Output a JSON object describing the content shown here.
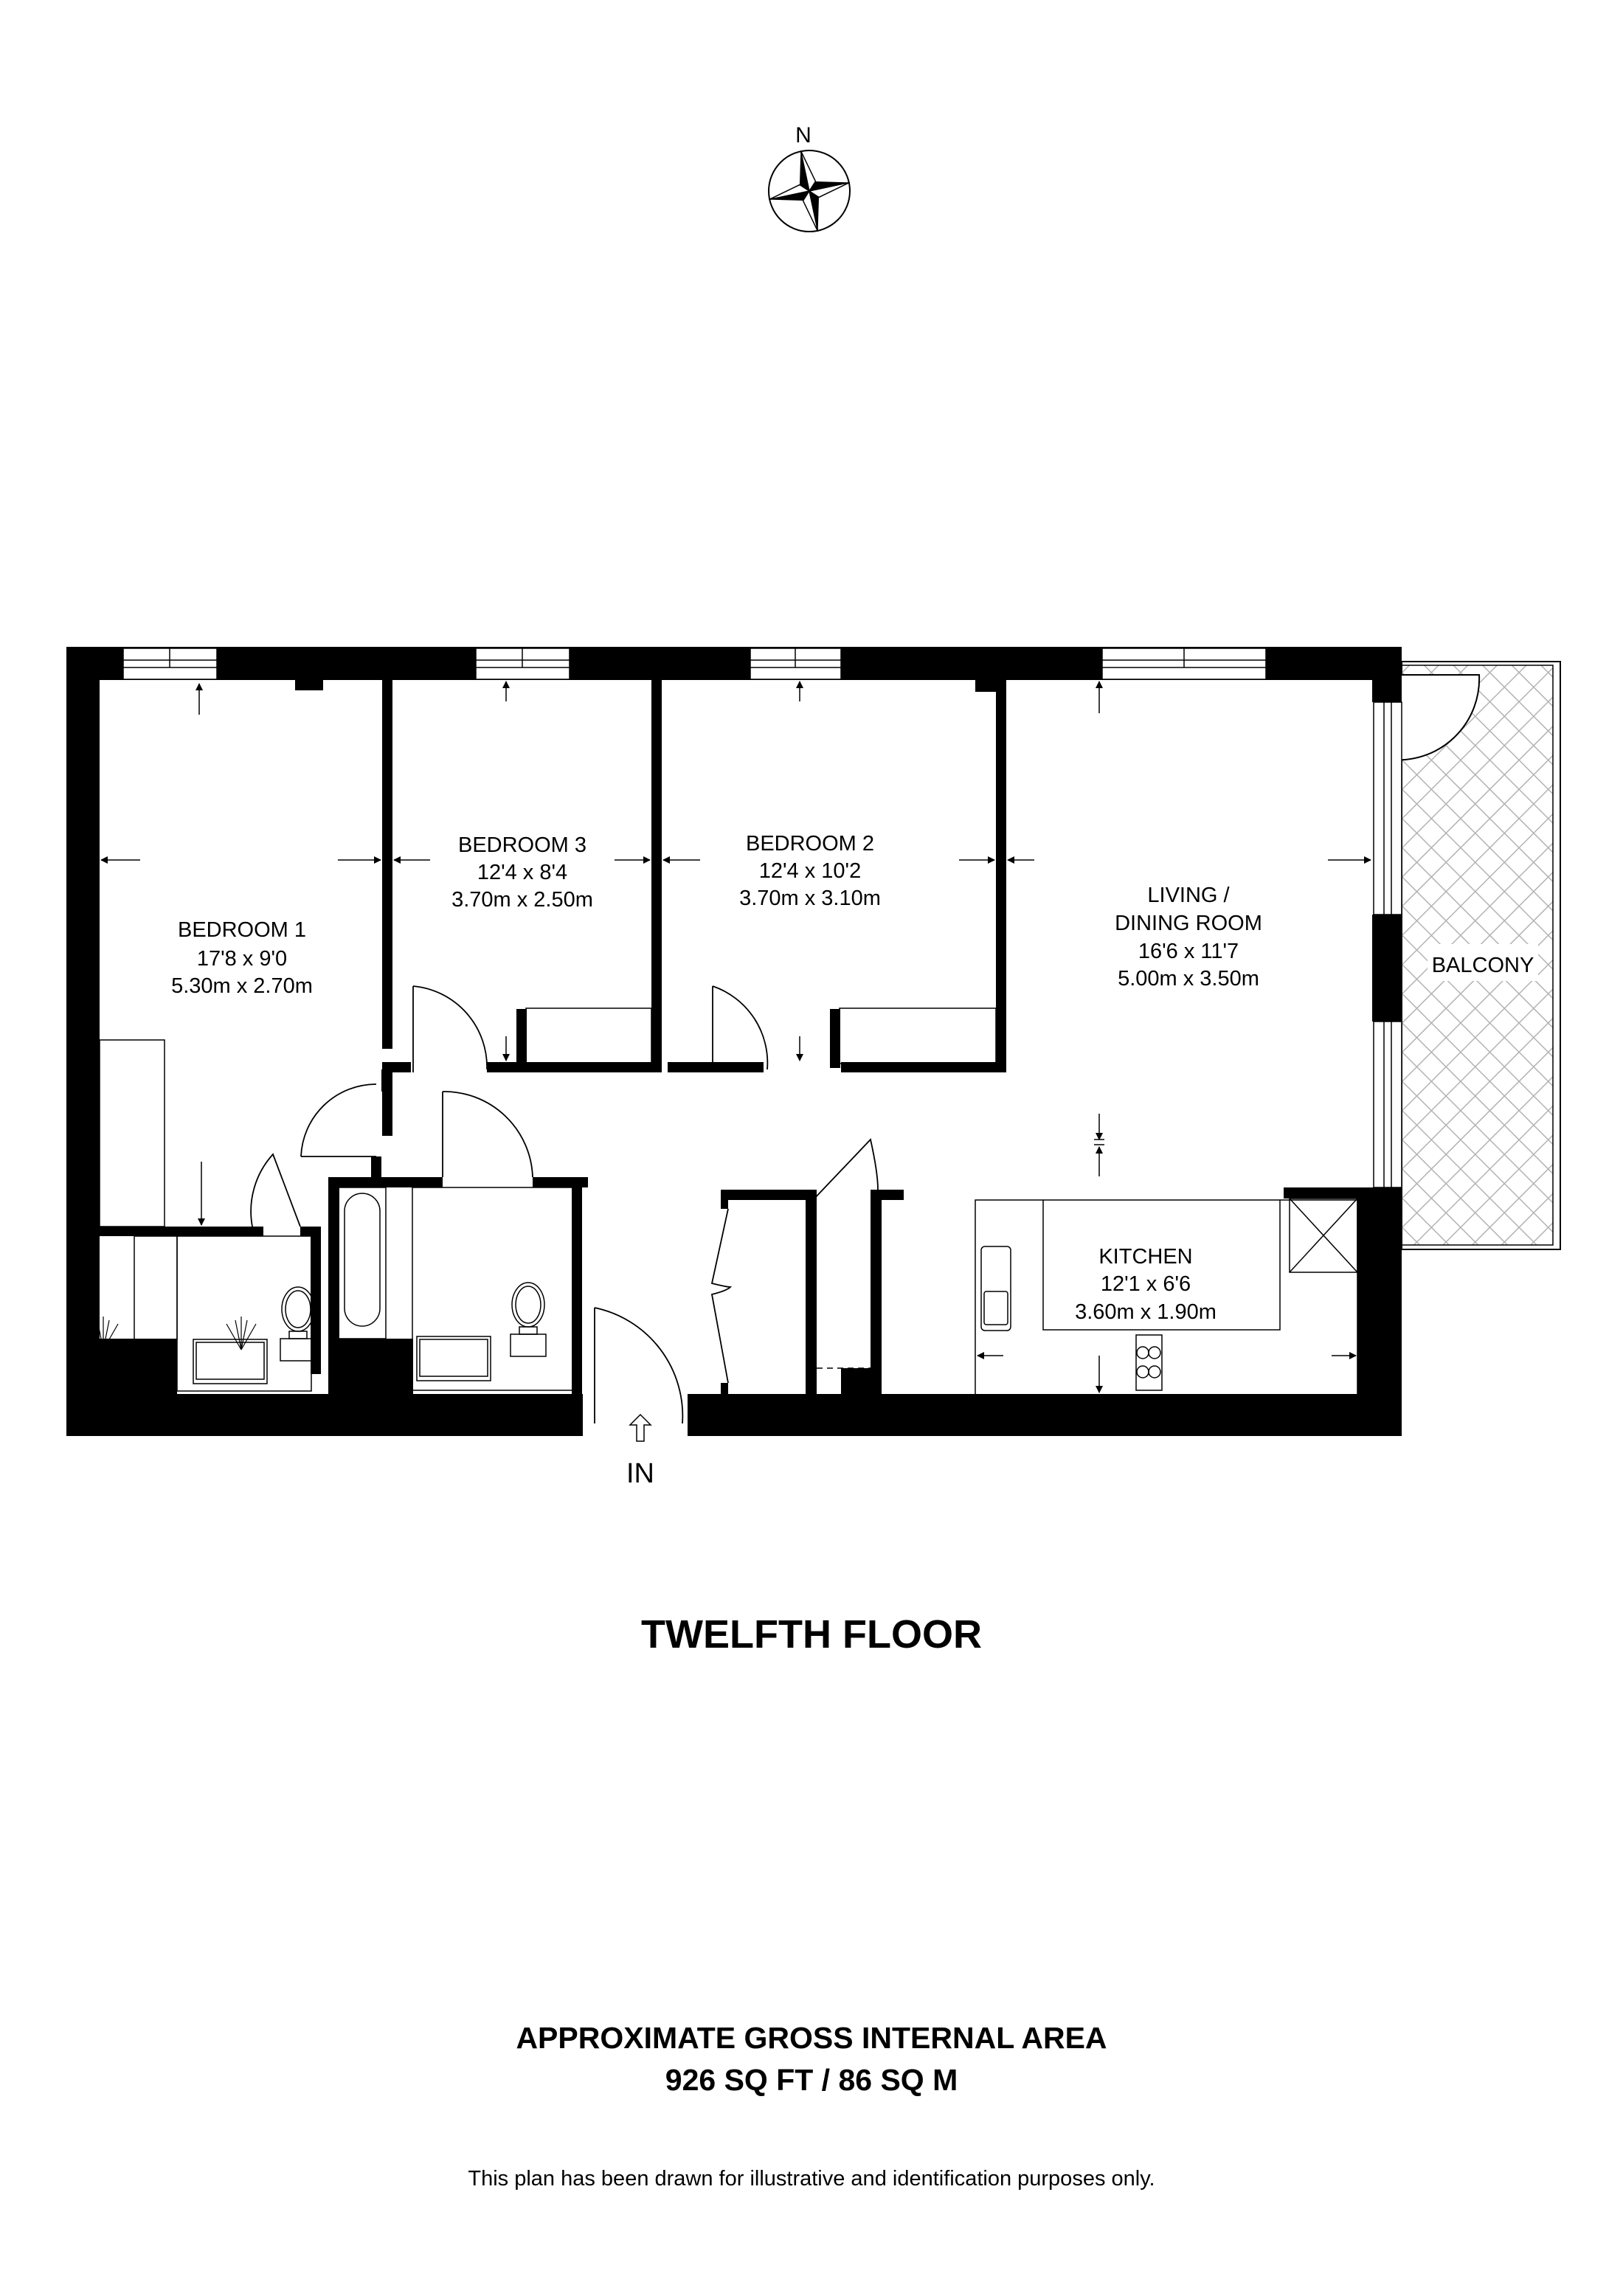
{
  "compass": {
    "label": "N",
    "icon": "compass-rose-icon"
  },
  "rooms": [
    {
      "name": "BEDROOM 1",
      "imperial": "17'8 x 9'0",
      "metric": "5.30m x 2.70m"
    },
    {
      "name": "BEDROOM 3",
      "imperial": "12'4 x 8'4",
      "metric": "3.70m x 2.50m"
    },
    {
      "name": "BEDROOM 2",
      "imperial": "12'4 x 10'2",
      "metric": "3.70m x 3.10m"
    },
    {
      "name_line1": "LIVING /",
      "name_line2": "DINING ROOM",
      "imperial": "16'6 x 11'7",
      "metric": "5.00m x 3.50m"
    },
    {
      "name": "KITCHEN",
      "imperial": "12'1 x 6'6",
      "metric": "3.60m x 1.90m"
    },
    {
      "name": "BALCONY"
    }
  ],
  "entrance": {
    "label": "IN"
  },
  "floor": {
    "title": "TWELFTH FLOOR"
  },
  "area": {
    "title": "APPROXIMATE GROSS INTERNAL AREA",
    "value": "926 SQ FT / 86 SQ M"
  },
  "disclaimer": "This plan has been drawn for illustrative and identification purposes only.",
  "colors": {
    "wall": "#000000",
    "background": "#ffffff",
    "hatch": "#b3b3b3"
  }
}
